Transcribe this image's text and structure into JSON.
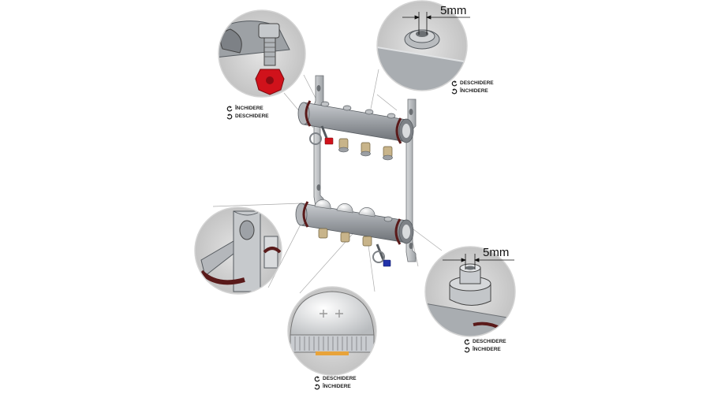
{
  "dimensions": {
    "top_right": "5mm",
    "bottom_right": "5mm"
  },
  "legends": {
    "top_left": {
      "close": "ÎNCHIDERE",
      "open": "DESCHIDERE"
    },
    "top_right": {
      "open": "DESCHIDERE",
      "close": "ÎNCHIDERE"
    },
    "bottom_center": {
      "open": "DESCHIDERE",
      "close": "ÎNCHIDERE"
    },
    "bottom_right": {
      "open": "DESCHIDERE",
      "close": "ÎNCHIDERE"
    }
  },
  "icons": {
    "counterclockwise": "rotate-ccw-icon",
    "clockwise": "rotate-cw-icon"
  },
  "colors": {
    "valve_handle": "#d0121b",
    "valve_blue": "#2233aa",
    "manifold": "#8f9499",
    "brass": "#c8b48a",
    "gasket": "#5a1a1a"
  }
}
